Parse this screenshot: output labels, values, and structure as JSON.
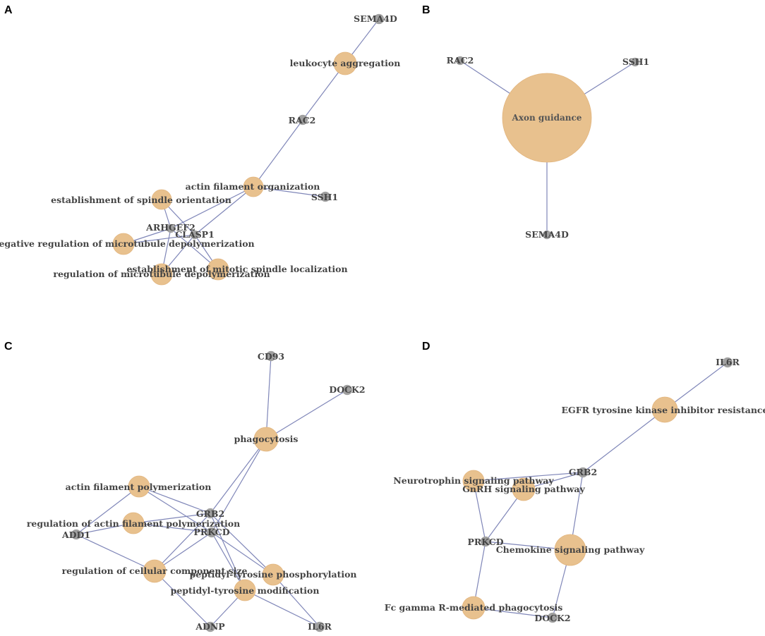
{
  "panels": [
    {
      "letter": "A",
      "nodes": [
        {
          "id": "SEMA4D",
          "type": "gene",
          "label": "SEMA4D"
        },
        {
          "id": "leukocyte",
          "type": "term",
          "label": "leukocyte aggregation"
        },
        {
          "id": "RAC2",
          "type": "gene",
          "label": "RAC2"
        },
        {
          "id": "actin_org",
          "type": "term",
          "label": "actin filament organization"
        },
        {
          "id": "SSH1",
          "type": "gene",
          "label": "SSH1"
        },
        {
          "id": "spindle_orient",
          "type": "term",
          "label": "establishment of spindle orientation"
        },
        {
          "id": "ARHGEF2",
          "type": "gene",
          "label": "ARHGEF2"
        },
        {
          "id": "CLASP1",
          "type": "gene",
          "label": "CLASP1"
        },
        {
          "id": "neg_reg_mt",
          "type": "term",
          "label": "negative regulation of microtubule depolymerization"
        },
        {
          "id": "reg_mt",
          "type": "term",
          "label": "regulation of microtubule depolymerization"
        },
        {
          "id": "mitotic",
          "type": "term",
          "label": "establishment of mitotic spindle localization"
        }
      ],
      "edges": [
        [
          "SEMA4D",
          "leukocyte"
        ],
        [
          "leukocyte",
          "RAC2"
        ],
        [
          "RAC2",
          "actin_org"
        ],
        [
          "actin_org",
          "SSH1"
        ],
        [
          "actin_org",
          "ARHGEF2"
        ],
        [
          "actin_org",
          "CLASP1"
        ],
        [
          "spindle_orient",
          "ARHGEF2"
        ],
        [
          "spindle_orient",
          "CLASP1"
        ],
        [
          "neg_reg_mt",
          "ARHGEF2"
        ],
        [
          "neg_reg_mt",
          "CLASP1"
        ],
        [
          "reg_mt",
          "ARHGEF2"
        ],
        [
          "reg_mt",
          "CLASP1"
        ],
        [
          "mitotic",
          "ARHGEF2"
        ],
        [
          "mitotic",
          "CLASP1"
        ]
      ]
    },
    {
      "letter": "B",
      "nodes": [
        {
          "id": "axon",
          "type": "term",
          "label": "Axon guidance"
        },
        {
          "id": "RAC2",
          "type": "gene",
          "label": "RAC2"
        },
        {
          "id": "SSH1",
          "type": "gene",
          "label": "SSH1"
        },
        {
          "id": "SEMA4D",
          "type": "gene",
          "label": "SEMA4D"
        }
      ],
      "edges": [
        [
          "axon",
          "RAC2"
        ],
        [
          "axon",
          "SSH1"
        ],
        [
          "axon",
          "SEMA4D"
        ]
      ]
    },
    {
      "letter": "C",
      "nodes": [
        {
          "id": "CD93",
          "type": "gene",
          "label": "CD93"
        },
        {
          "id": "DOCK2",
          "type": "gene",
          "label": "DOCK2"
        },
        {
          "id": "phago",
          "type": "term",
          "label": "phagocytosis"
        },
        {
          "id": "actin_poly",
          "type": "term",
          "label": "actin filament polymerization"
        },
        {
          "id": "reg_actin_poly",
          "type": "term",
          "label": "regulation of actin filament polymerization"
        },
        {
          "id": "GRB2",
          "type": "gene",
          "label": "GRB2"
        },
        {
          "id": "PRKCD",
          "type": "gene",
          "label": "PRKCD"
        },
        {
          "id": "ADD1",
          "type": "gene",
          "label": "ADD1"
        },
        {
          "id": "reg_cell_size",
          "type": "term",
          "label": "regulation of cellular component size"
        },
        {
          "id": "pty_phos",
          "type": "term",
          "label": "peptidyl-tyrosine phosphorylation"
        },
        {
          "id": "pty_mod",
          "type": "term",
          "label": "peptidyl-tyrosine modification"
        },
        {
          "id": "ADNP",
          "type": "gene",
          "label": "ADNP"
        },
        {
          "id": "IL6R",
          "type": "gene",
          "label": "IL6R"
        }
      ],
      "edges": [
        [
          "CD93",
          "phago"
        ],
        [
          "DOCK2",
          "phago"
        ],
        [
          "phago",
          "GRB2"
        ],
        [
          "phago",
          "PRKCD"
        ],
        [
          "actin_poly",
          "ADD1"
        ],
        [
          "actin_poly",
          "GRB2"
        ],
        [
          "actin_poly",
          "PRKCD"
        ],
        [
          "reg_actin_poly",
          "ADD1"
        ],
        [
          "reg_actin_poly",
          "GRB2"
        ],
        [
          "reg_actin_poly",
          "PRKCD"
        ],
        [
          "reg_cell_size",
          "ADD1"
        ],
        [
          "reg_cell_size",
          "GRB2"
        ],
        [
          "reg_cell_size",
          "PRKCD"
        ],
        [
          "reg_cell_size",
          "ADNP"
        ],
        [
          "pty_phos",
          "GRB2"
        ],
        [
          "pty_phos",
          "PRKCD"
        ],
        [
          "pty_phos",
          "IL6R"
        ],
        [
          "pty_mod",
          "GRB2"
        ],
        [
          "pty_mod",
          "PRKCD"
        ],
        [
          "pty_mod",
          "IL6R"
        ],
        [
          "pty_mod",
          "ADNP"
        ]
      ]
    },
    {
      "letter": "D",
      "nodes": [
        {
          "id": "IL6R",
          "type": "gene",
          "label": "IL6R"
        },
        {
          "id": "egfr",
          "type": "term",
          "label": "EGFR tyrosine kinase inhibitor resistance"
        },
        {
          "id": "GRB2",
          "type": "gene",
          "label": "GRB2"
        },
        {
          "id": "neuro",
          "type": "term",
          "label": "Neurotrophin signaling pathway"
        },
        {
          "id": "gnrh",
          "type": "term",
          "label": "GnRH signaling pathway"
        },
        {
          "id": "PRKCD",
          "type": "gene",
          "label": "PRKCD"
        },
        {
          "id": "chemo",
          "type": "term",
          "label": "Chemokine signaling pathway"
        },
        {
          "id": "fc",
          "type": "term",
          "label": "Fc gamma R-mediated phagocytosis"
        },
        {
          "id": "DOCK2",
          "type": "gene",
          "label": "DOCK2"
        }
      ],
      "edges": [
        [
          "IL6R",
          "egfr"
        ],
        [
          "egfr",
          "GRB2"
        ],
        [
          "neuro",
          "GRB2"
        ],
        [
          "gnrh",
          "GRB2"
        ],
        [
          "neuro",
          "PRKCD"
        ],
        [
          "gnrh",
          "PRKCD"
        ],
        [
          "PRKCD",
          "chemo"
        ],
        [
          "GRB2",
          "chemo"
        ],
        [
          "PRKCD",
          "fc"
        ],
        [
          "fc",
          "DOCK2"
        ],
        [
          "chemo",
          "DOCK2"
        ]
      ]
    }
  ],
  "colors": {
    "term_node": "#e8c18e",
    "gene_node": "#a0a0a0",
    "edge": "#7f86b8",
    "label": "#444444"
  }
}
